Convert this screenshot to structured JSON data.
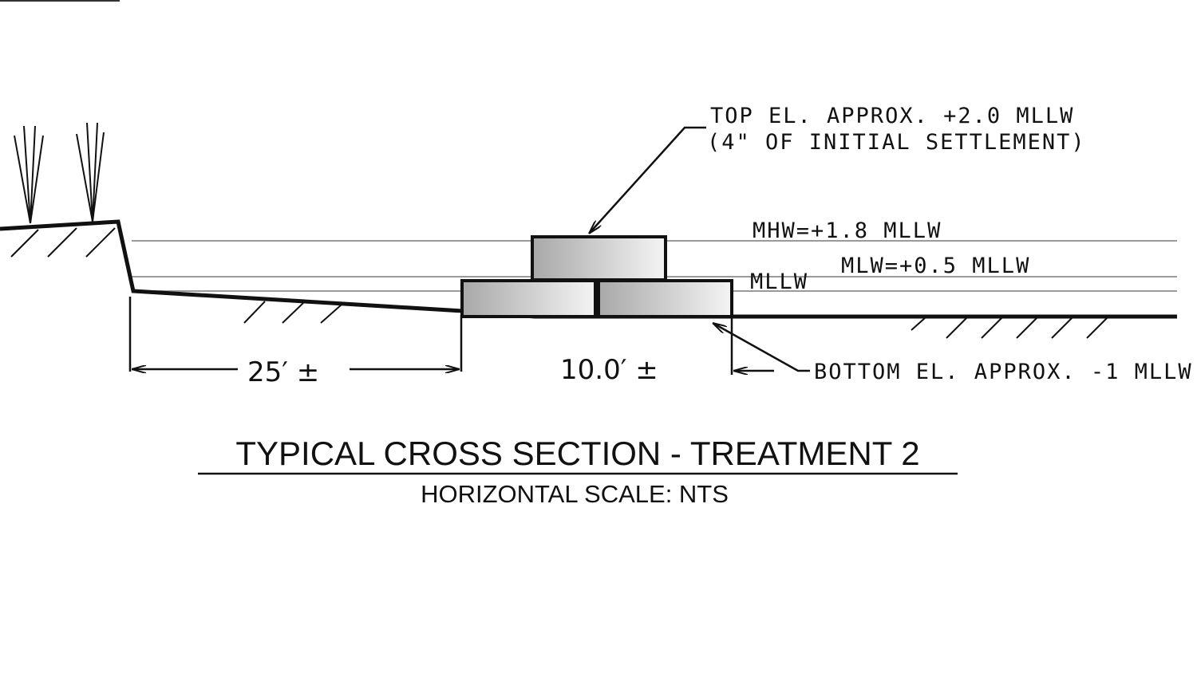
{
  "drawing": {
    "title": "TYPICAL CROSS SECTION - TREATMENT 2",
    "subtitle": "HORIZONTAL SCALE: NTS"
  },
  "annotations": {
    "top_el_line1": "TOP EL. APPROX. +2.0 MLLW",
    "top_el_line2": "(4\" OF INITIAL SETTLEMENT)",
    "mhw": "MHW=+1.8 MLLW",
    "mlw": "MLW=+0.5 MLLW",
    "mllw": "MLLW",
    "bottom_el": "BOTTOM EL. APPROX. -1 MLLW"
  },
  "dimensions": {
    "setback": "25′ ±",
    "width": "10.0′ ±"
  },
  "colors": {
    "line": "#111111",
    "water_line": "#9a9a9a",
    "block_fill_dark": "#a8a8a8",
    "block_fill_light": "#f4f4f4"
  }
}
